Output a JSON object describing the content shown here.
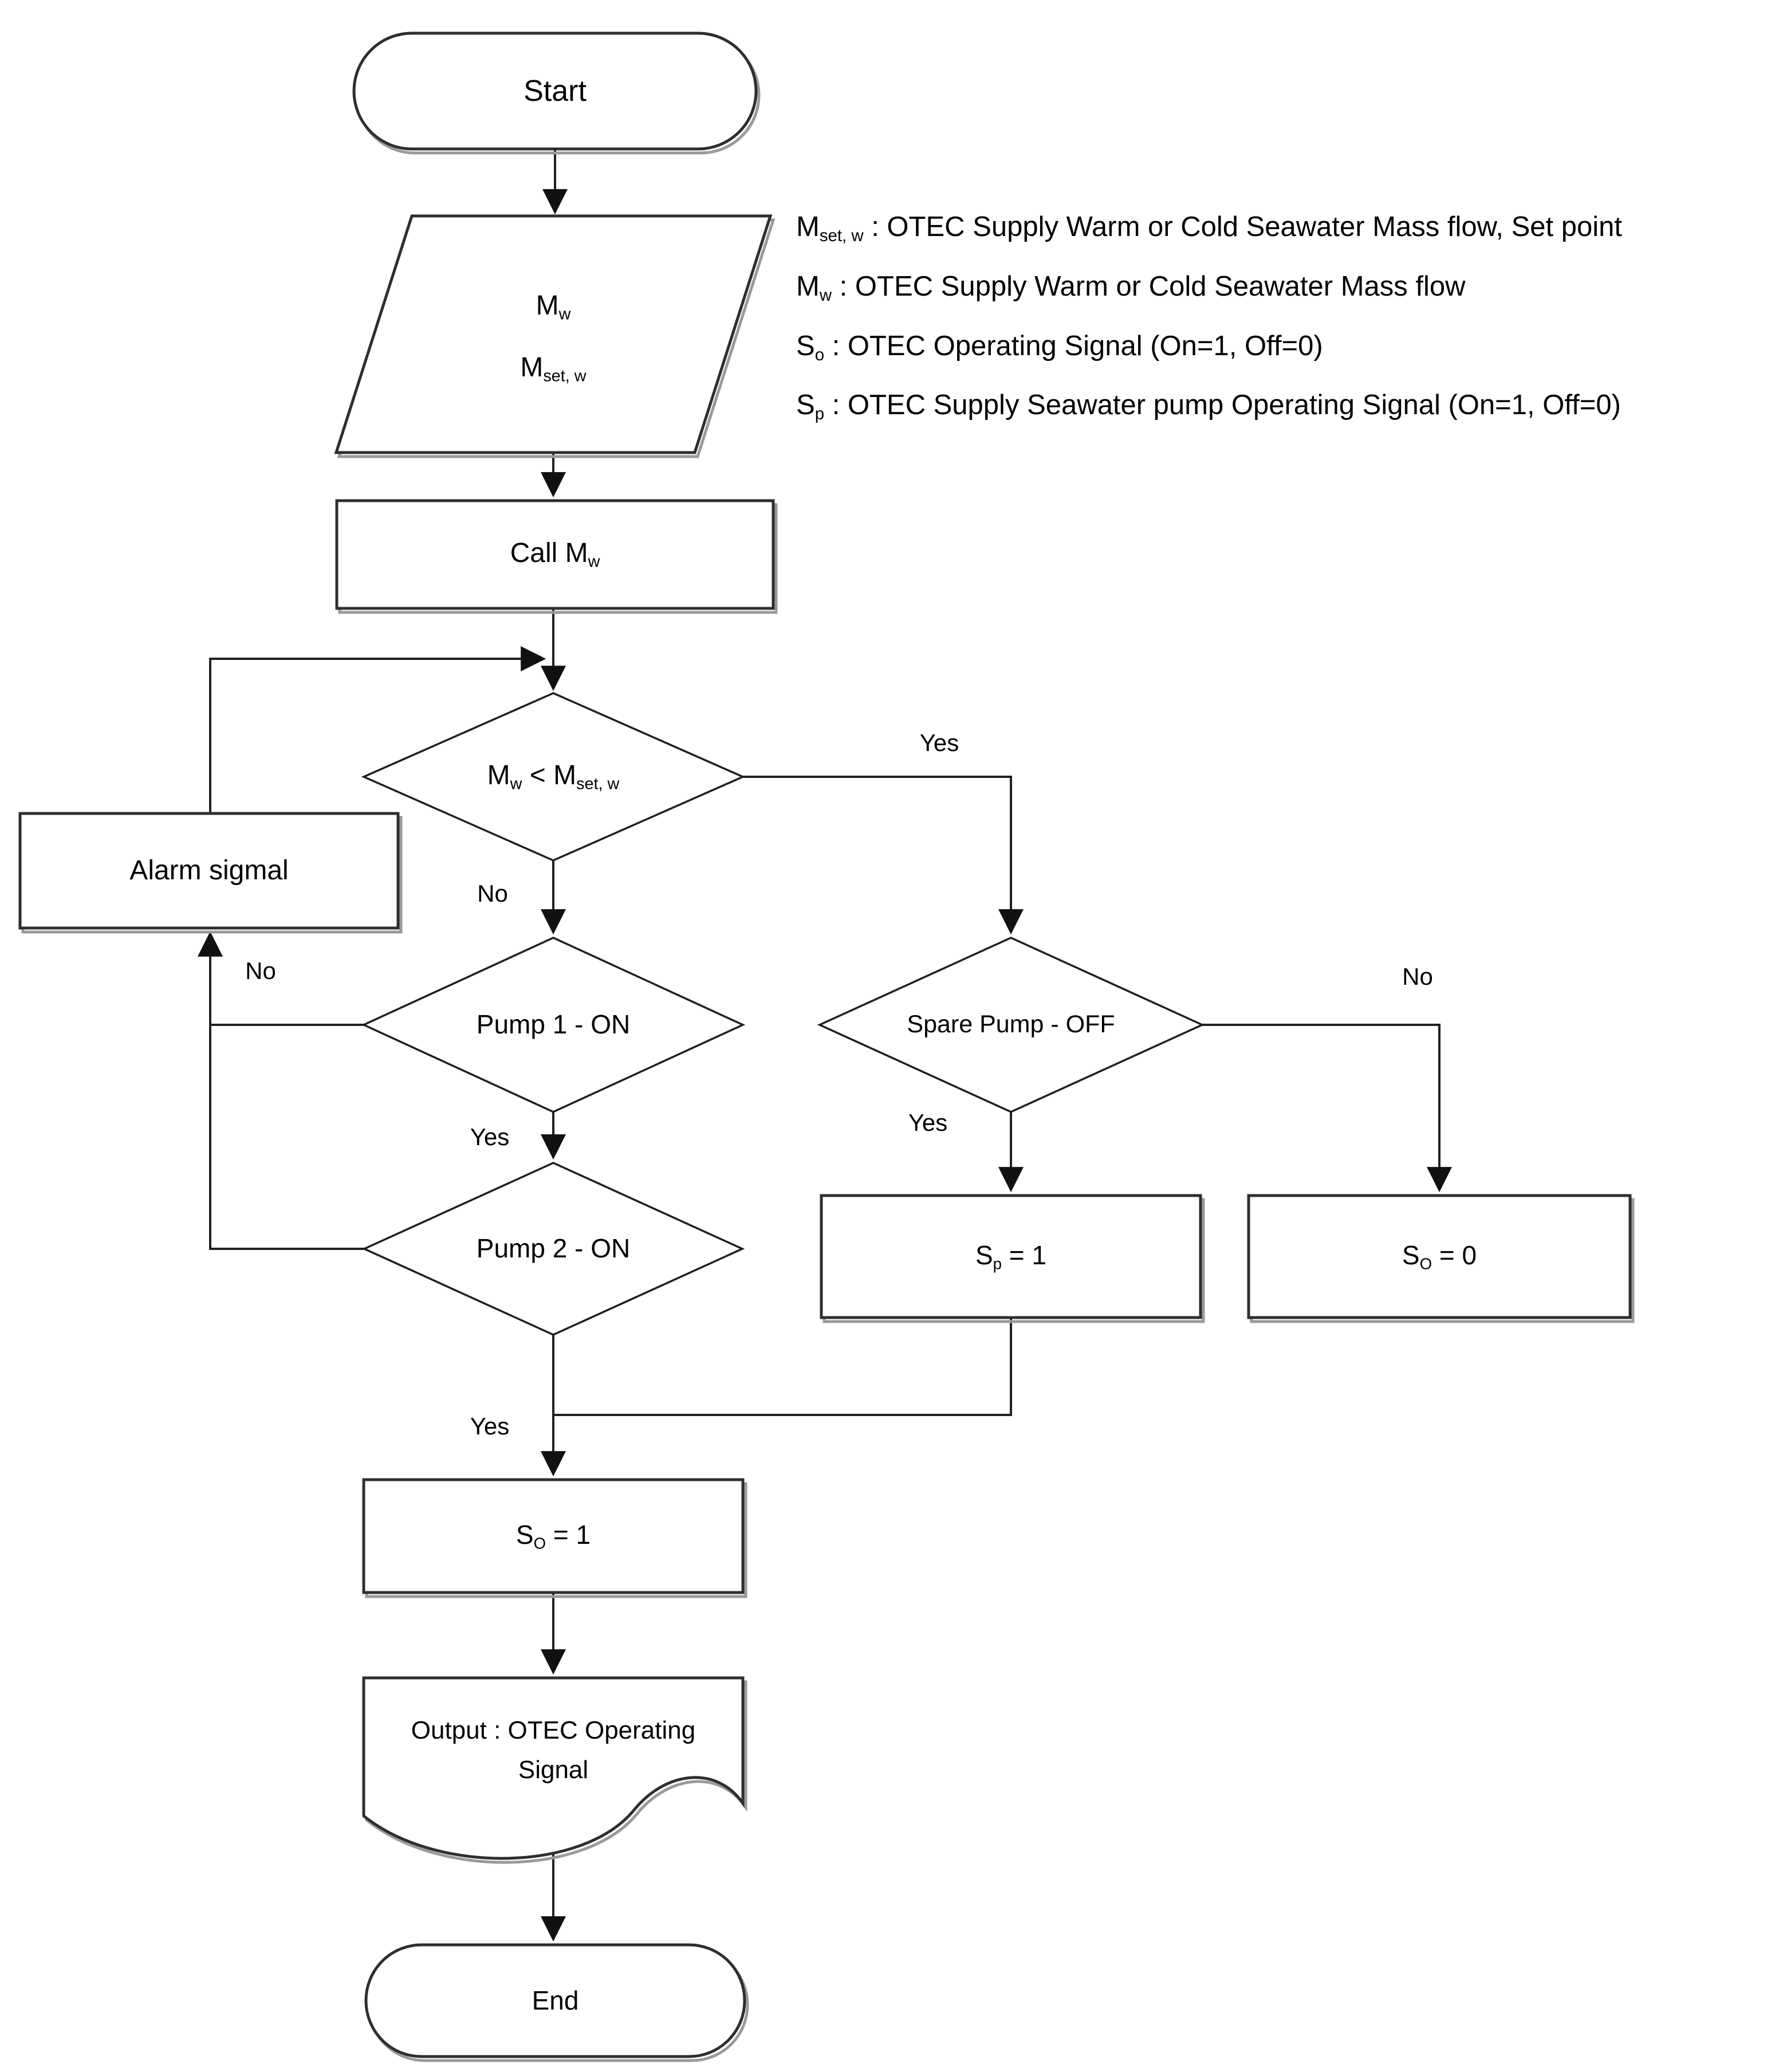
{
  "nodes": {
    "start": {
      "shape": "terminator",
      "label": "Start"
    },
    "input": {
      "shape": "parallelogram",
      "line1_main": "M",
      "line1_sub": "w",
      "line2_main": "M",
      "line2_sub": "set, w"
    },
    "call": {
      "shape": "process",
      "main": "Call M",
      "sub": "w"
    },
    "decision_flow": {
      "shape": "decision",
      "p1": "M",
      "s1": "w",
      "p2": " < M",
      "s2": "set, w"
    },
    "alarm": {
      "shape": "process",
      "label": "Alarm sigmal"
    },
    "pump1": {
      "shape": "decision",
      "label": "Pump 1 - ON"
    },
    "pump2": {
      "shape": "decision",
      "label": "Pump 2 - ON"
    },
    "spare_pump": {
      "shape": "decision",
      "label": "Spare Pump - OFF"
    },
    "sp_on": {
      "shape": "process",
      "main": "S",
      "sub": "p",
      "rest": " = 1"
    },
    "so_off": {
      "shape": "process",
      "main": "S",
      "sub": "O",
      "rest": " = 0"
    },
    "so_on": {
      "shape": "process",
      "main": "S",
      "sub": "O",
      "rest": " = 1"
    },
    "output": {
      "shape": "document",
      "line1": "Output : OTEC Operating",
      "line2": "Signal"
    },
    "end": {
      "shape": "terminator",
      "label": "End"
    }
  },
  "edge_labels": {
    "flow_yes": "Yes",
    "flow_no": "No",
    "pump_rail_no": "No",
    "pump1_yes": "Yes",
    "pump2_yes": "Yes",
    "spare_yes": "Yes",
    "spare_no": "No"
  },
  "legend": {
    "lines": [
      {
        "sym": "M",
        "sub": "set, w",
        "rest": " : OTEC Supply Warm or Cold Seawater Mass flow, Set point"
      },
      {
        "sym": "M",
        "sub": "w",
        "rest": " : OTEC Supply Warm or Cold Seawater Mass flow"
      },
      {
        "sym": "S",
        "sub": "o",
        "rest": " : OTEC Operating Signal (On=1, Off=0)"
      },
      {
        "sym": "S",
        "sub": "p",
        "rest": " : OTEC Supply Seawater pump Operating Signal (On=1, Off=0)"
      }
    ]
  },
  "colors": {
    "background": "#ffffff",
    "line": "#212121",
    "box_border": "#2e2e2e",
    "box_shadow": "#9a9a9a",
    "text": "#000000"
  }
}
